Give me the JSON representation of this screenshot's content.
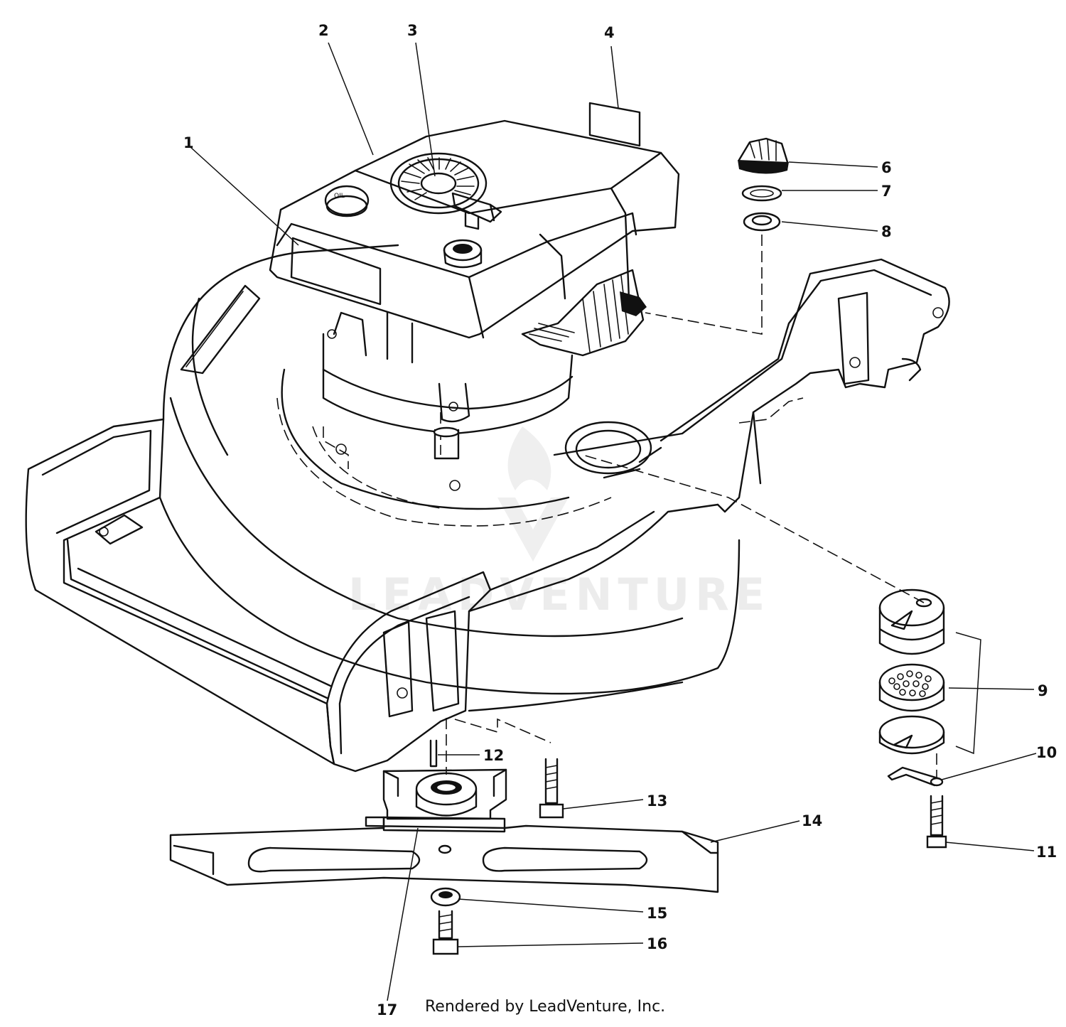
{
  "diagram": {
    "callouts": [
      "1",
      "2",
      "3",
      "4",
      "6",
      "7",
      "8",
      "9",
      "10",
      "11",
      "12",
      "13",
      "14",
      "15",
      "16",
      "17"
    ],
    "watermark_text": "LEADVENTURE",
    "credit": "Rendered by LeadVenture, Inc.",
    "oil_cap_label": "OIL"
  }
}
